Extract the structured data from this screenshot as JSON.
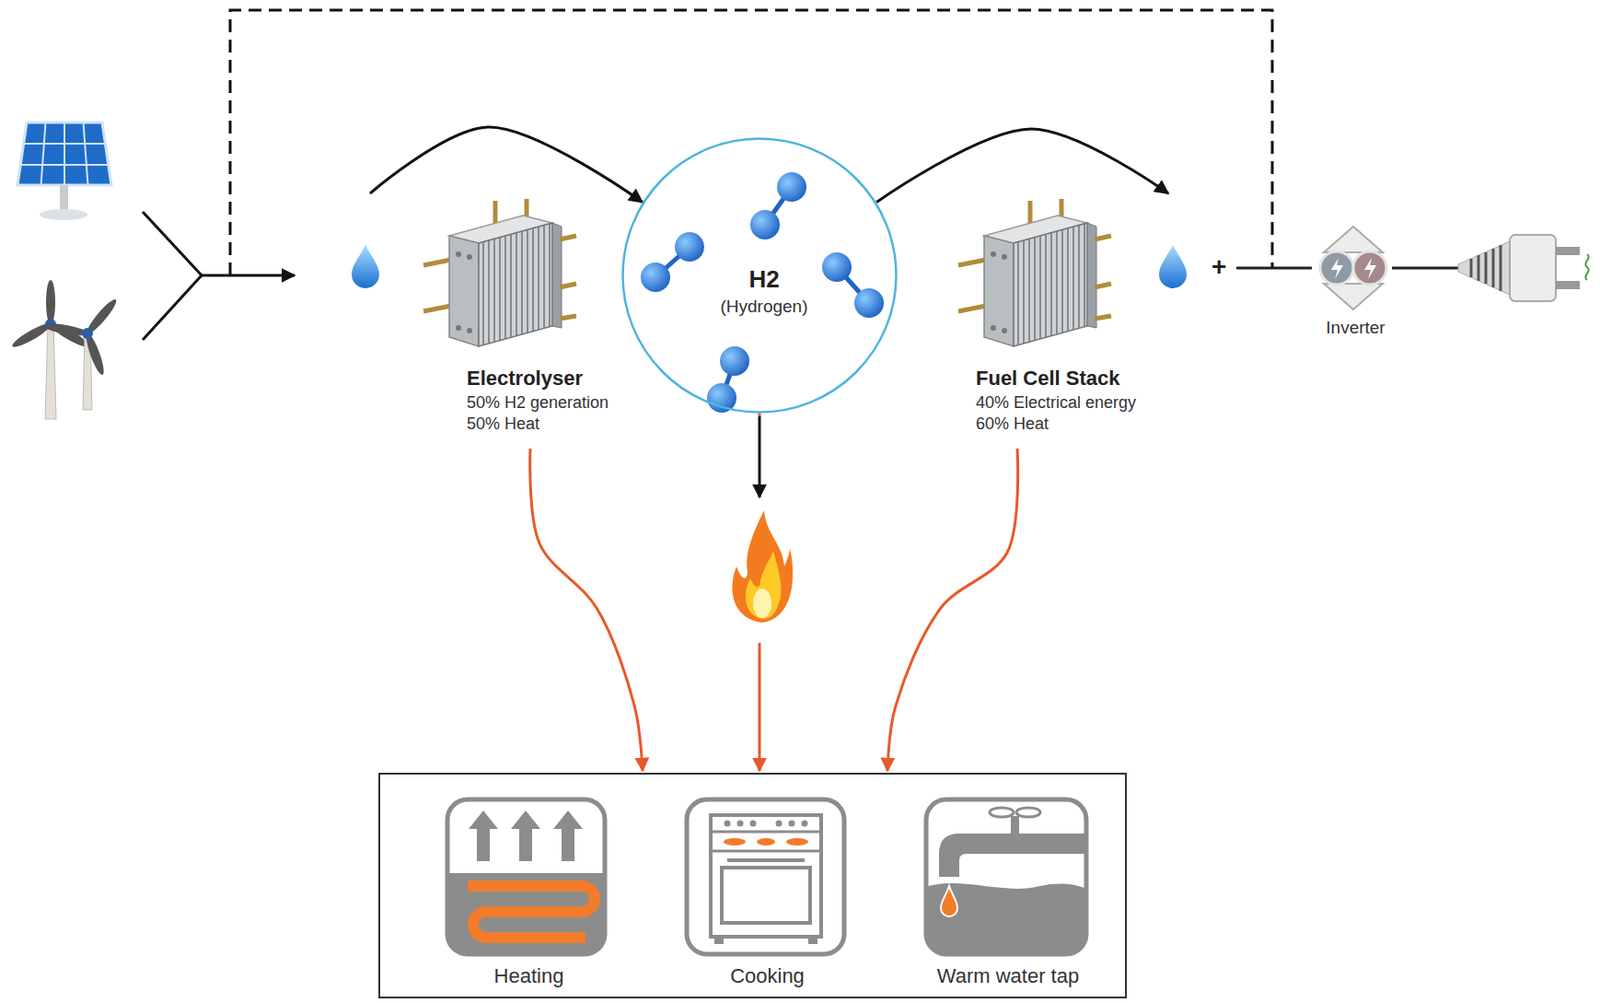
{
  "diagram": {
    "nodes": [
      {
        "text": [
          "Electrolyser",
          "50% H2 generation 50% Heat"
        ]
      },
      {
        "text": [
          "H2",
          "(Hydrogen)"
        ]
      },
      {
        "text": [
          "Fuel Cell Stack",
          "40% Electrical energy 60% Heat"
        ]
      },
      {
        "text": [
          "Inverter"
        ]
      },
      {
        "text": []
      },
      {
        "text": [
          "Heating"
        ],
        "in": 4
      },
      {
        "text": [
          "Cooking"
        ],
        "in": 4
      },
      {
        "text": [
          "Warm water tap"
        ],
        "in": 4
      }
    ],
    "edges": [
      {
        "from": 0,
        "to": 1,
        "arrow": "to"
      },
      {
        "from": 1,
        "to": 2,
        "arrow": "to"
      },
      {
        "from": 2,
        "to": 3,
        "arrow": "none"
      },
      {
        "from": 0,
        "to": 4,
        "arrow": "to"
      },
      {
        "from": 1,
        "to": 4,
        "arrow": "to"
      },
      {
        "from": 2,
        "to": 4,
        "arrow": "to"
      }
    ],
    "labels": [
      "+"
    ]
  }
}
